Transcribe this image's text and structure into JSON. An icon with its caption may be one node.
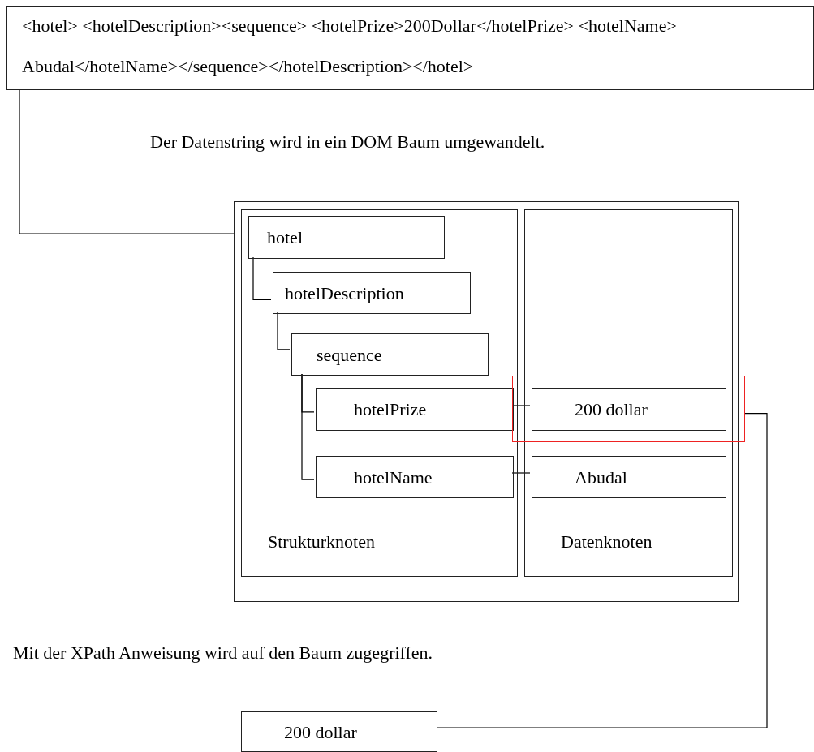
{
  "diagram": {
    "nodes": [
      {
        "text": [
          "<hotel> <hotelDescription><sequence> <hotelPrize>200Dollar</hotelPrize> <hotelName> Abudal</hotelName></sequence></hotelDescription></hotel>"
        ]
      },
      {
        "text": [],
        "shape": "box"
      },
      {
        "text": [
          "Strukturknoten"
        ],
        "in": 1
      },
      {
        "text": [
          "hotel"
        ],
        "in": 2
      },
      {
        "text": [
          "hotelDescription"
        ],
        "in": 2
      },
      {
        "text": [
          "sequence"
        ],
        "in": 2
      },
      {
        "text": [
          "hotelPrize"
        ],
        "in": 2
      },
      {
        "text": [
          "hotelName"
        ],
        "in": 2
      },
      {
        "text": [
          "Datenknoten"
        ],
        "in": 1
      },
      {
        "text": [],
        "shape": "box",
        "in": 1
      },
      {
        "text": [
          "200 dollar"
        ],
        "in": 9
      },
      {
        "text": [
          "Abudal"
        ],
        "in": 8
      },
      {
        "text": [
          "200 dollar"
        ]
      }
    ],
    "edges": [
      {
        "from": 0,
        "to": 1,
        "arrow": "none"
      },
      {
        "from": 3,
        "to": 4,
        "arrow": "none"
      },
      {
        "from": 4,
        "to": 5,
        "arrow": "none"
      },
      {
        "from": 5,
        "to": 6,
        "arrow": "none"
      },
      {
        "from": 5,
        "to": 7,
        "arrow": "none"
      },
      {
        "from": 6,
        "to": 10,
        "arrow": "none"
      },
      {
        "from": 7,
        "to": 11,
        "arrow": "none"
      },
      {
        "from": 9,
        "to": 12,
        "arrow": "none"
      }
    ],
    "labels": [
      "Der Datenstring wird in ein DOM Baum umgewandelt.",
      "Mit der XPath Anweisung wird auf den Baum zugegriffen."
    ]
  }
}
